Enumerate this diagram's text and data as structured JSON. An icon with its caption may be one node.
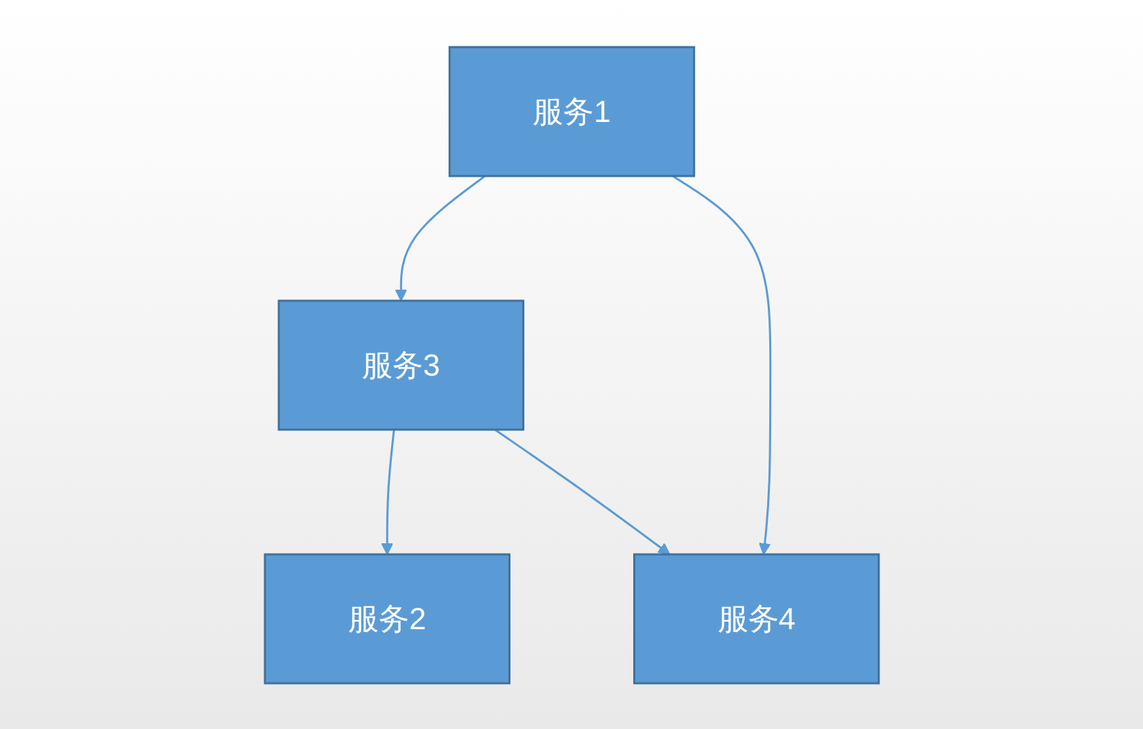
{
  "diagram": {
    "nodes": [
      {
        "text": [
          "服务1"
        ]
      },
      {
        "text": [
          "服务2"
        ]
      },
      {
        "text": [
          "服务3"
        ]
      },
      {
        "text": [
          "服务4"
        ]
      }
    ],
    "edges": [
      {
        "from": 0,
        "to": 2,
        "arrow": "to"
      },
      {
        "from": 0,
        "to": 3,
        "arrow": "to"
      },
      {
        "from": 2,
        "to": 1,
        "arrow": "to"
      },
      {
        "from": 2,
        "to": 3,
        "arrow": "to"
      }
    ]
  }
}
